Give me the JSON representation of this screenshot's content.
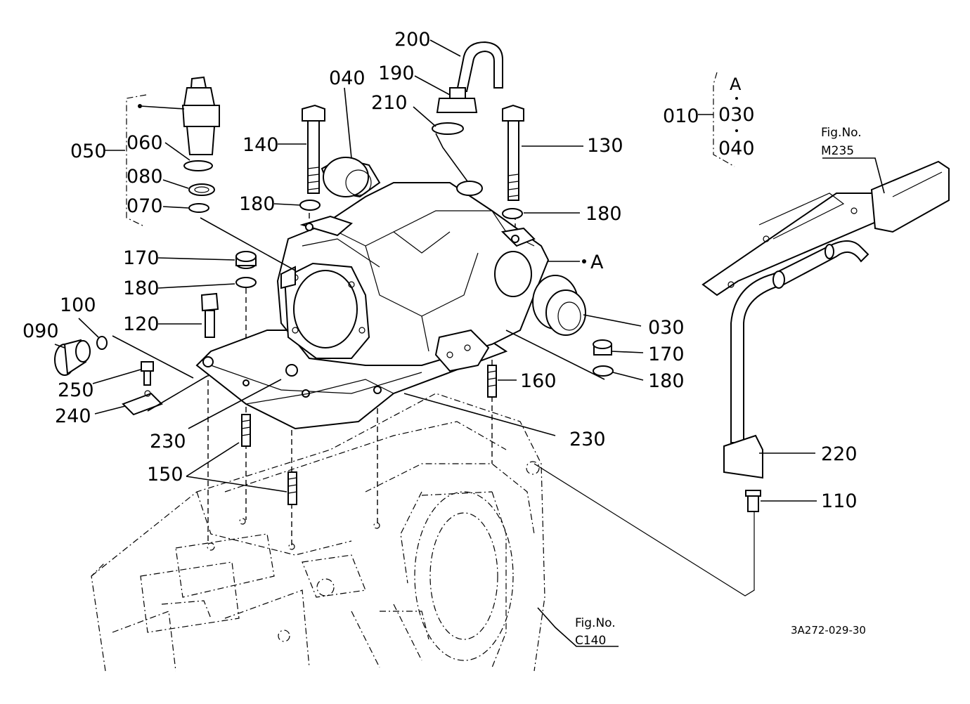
{
  "diagram": {
    "callouts": [
      {
        "id": "c200",
        "text": "200"
      },
      {
        "id": "c190",
        "text": "190"
      },
      {
        "id": "c210",
        "text": "210"
      },
      {
        "id": "c040",
        "text": "040"
      },
      {
        "id": "c140",
        "text": "140"
      },
      {
        "id": "c130",
        "text": "130"
      },
      {
        "id": "c050",
        "text": "050"
      },
      {
        "id": "c060",
        "text": "060"
      },
      {
        "id": "c080",
        "text": "080"
      },
      {
        "id": "c070",
        "text": "070"
      },
      {
        "id": "c180a",
        "text": "180"
      },
      {
        "id": "c180b",
        "text": "180"
      },
      {
        "id": "c170a",
        "text": "170"
      },
      {
        "id": "c180c",
        "text": "180"
      },
      {
        "id": "c120",
        "text": "120"
      },
      {
        "id": "c100",
        "text": "100"
      },
      {
        "id": "c090",
        "text": "090"
      },
      {
        "id": "c250",
        "text": "250"
      },
      {
        "id": "c240",
        "text": "240"
      },
      {
        "id": "c230a",
        "text": "230"
      },
      {
        "id": "c150",
        "text": "150"
      },
      {
        "id": "cA",
        "text": "A"
      },
      {
        "id": "c030",
        "text": "030"
      },
      {
        "id": "c170b",
        "text": "170"
      },
      {
        "id": "c180d",
        "text": "180"
      },
      {
        "id": "c160",
        "text": "160"
      },
      {
        "id": "c230b",
        "text": "230"
      },
      {
        "id": "c220",
        "text": "220"
      },
      {
        "id": "c110",
        "text": "110"
      }
    ],
    "set_group": {
      "main": "010",
      "items": [
        "A",
        "030",
        "040"
      ]
    },
    "refs": [
      {
        "id": "ref-m235",
        "line1": "Fig.No.",
        "line2": "M235"
      },
      {
        "id": "ref-c140",
        "line1": "Fig.No.",
        "line2": "C140"
      }
    ],
    "drawing_code": "3A272-029-30"
  }
}
